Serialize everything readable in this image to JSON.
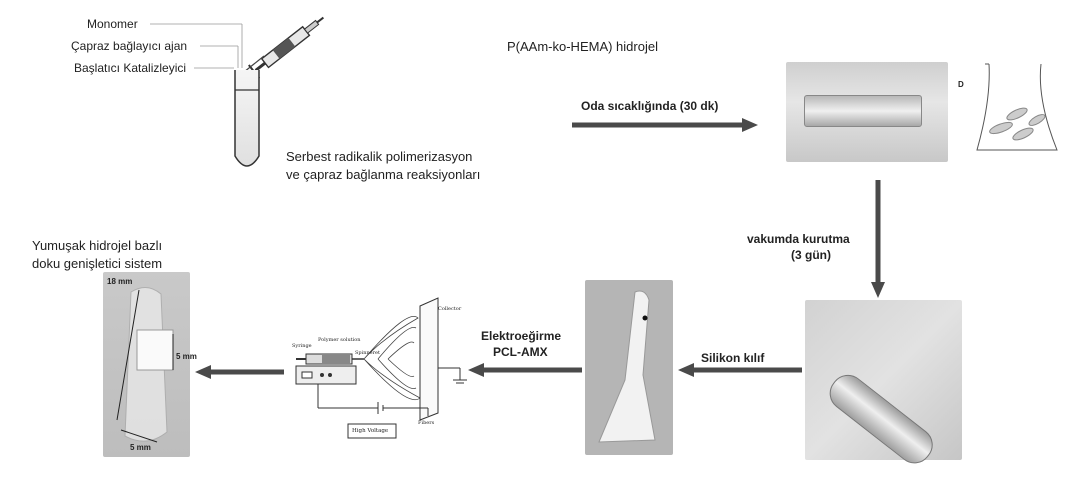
{
  "reagents": {
    "monomer": "Monomer",
    "crosslinker": "Çapraz bağlayıcı ajan",
    "initiator": "Başlatıcı Katalizleyici"
  },
  "hydrogel_title": "P(AAm-ko-HEMA) hidrojel",
  "reaction_caption": {
    "line1": "Serbest radikalik polimerizasyon",
    "line2": "ve çapraz bağlanma reaksiyonları"
  },
  "step_room_temp": "Oda sıcaklığında (30 dk)",
  "panel_letter": "D",
  "step_vacuum": {
    "line1": "vakumda kurutma",
    "line2": "(3 gün)"
  },
  "step_silicone": "Silikon kılıf",
  "step_electrospin": {
    "line1": "Elektroeğirme",
    "line2": "PCL-AMX"
  },
  "final_caption": {
    "line1": "Yumuşak hidrojel bazlı",
    "line2": "doku genişletici sistem"
  },
  "dimensions": {
    "length": "18 mm",
    "height": "5 mm",
    "width": "5 mm"
  },
  "electrospin_setup": {
    "syringe": "Syringe",
    "polymer_solution": "Polymer solution",
    "spinneret": "Spinneret",
    "collector": "Collector",
    "fibers": "Fibers",
    "high_voltage": "High Voltage"
  },
  "colors": {
    "arrow": "#4a4a4a",
    "photo_bg": "#d9d9d9"
  }
}
